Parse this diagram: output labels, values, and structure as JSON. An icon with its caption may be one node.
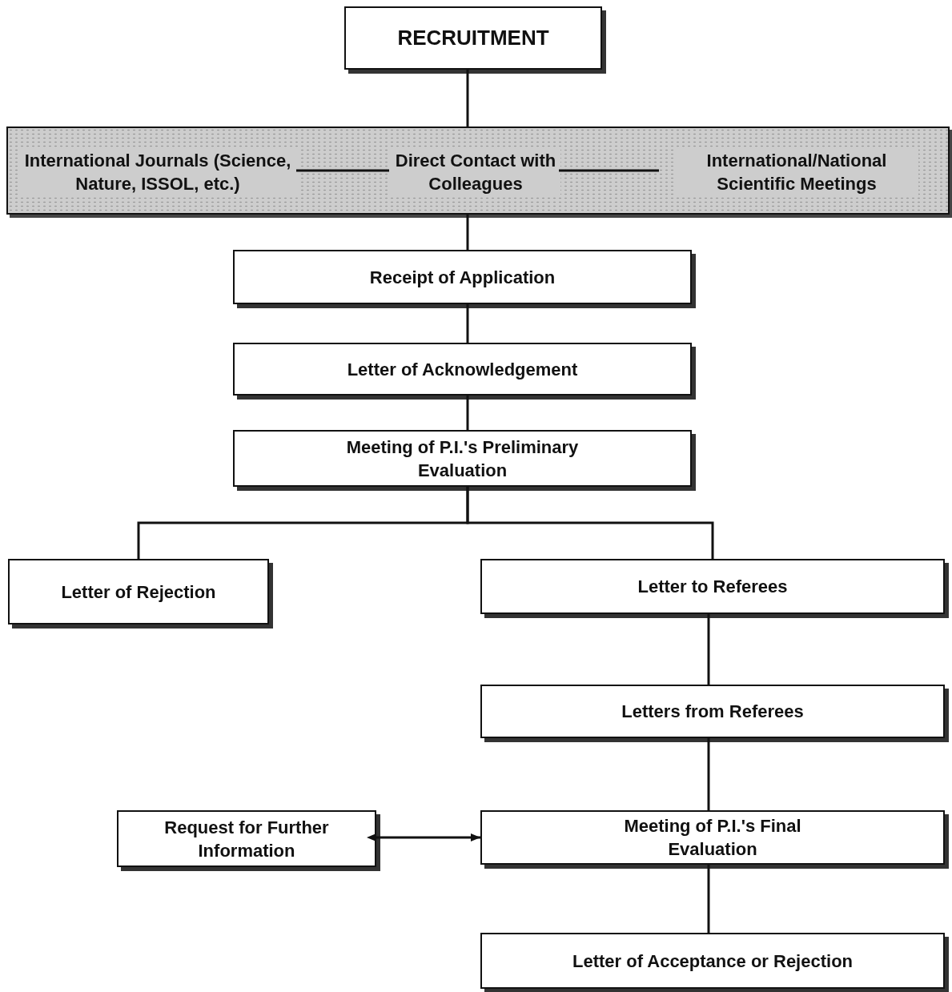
{
  "diagram": {
    "nodes": [
      {
        "text": [
          "RECRUITMENT"
        ]
      },
      {
        "text": [],
        "shape": "bar"
      },
      {
        "text": [
          "International Journals (Science, Nature, ISSOL, etc.)"
        ],
        "in": 1
      },
      {
        "text": [
          "Direct Contact with Colleagues"
        ],
        "in": 1
      },
      {
        "text": [
          "International/National Scientific Meetings"
        ],
        "in": 1
      },
      {
        "text": [
          "Receipt of Application"
        ]
      },
      {
        "text": [
          "Letter of Acknowledgement"
        ]
      },
      {
        "text": [
          "Meeting of P.I.'s Preliminary Evaluation"
        ]
      },
      {
        "text": [
          "Letter of Rejection"
        ]
      },
      {
        "text": [
          "Letter to Referees"
        ]
      },
      {
        "text": [
          "Letters from Referees"
        ]
      },
      {
        "text": [
          "Request for Further Information"
        ]
      },
      {
        "text": [
          "Meeting of P.I.'s Final Evaluation"
        ]
      },
      {
        "text": [
          "Letter of Acceptance or Rejection"
        ]
      }
    ],
    "edges": [
      {
        "from": 0,
        "to": 1,
        "arrow": "none"
      },
      {
        "from": 2,
        "to": 3,
        "arrow": "none"
      },
      {
        "from": 3,
        "to": 4,
        "arrow": "none"
      },
      {
        "from": 1,
        "to": 5,
        "arrow": "none"
      },
      {
        "from": 5,
        "to": 6,
        "arrow": "none"
      },
      {
        "from": 6,
        "to": 7,
        "arrow": "none"
      },
      {
        "from": 7,
        "to": 8,
        "arrow": "none"
      },
      {
        "from": 7,
        "to": 9,
        "arrow": "none"
      },
      {
        "from": 9,
        "to": 10,
        "arrow": "none"
      },
      {
        "from": 10,
        "to": 12,
        "arrow": "none"
      },
      {
        "from": 11,
        "to": 12,
        "arrow": "both"
      },
      {
        "from": 12,
        "to": 13,
        "arrow": "none"
      }
    ]
  }
}
